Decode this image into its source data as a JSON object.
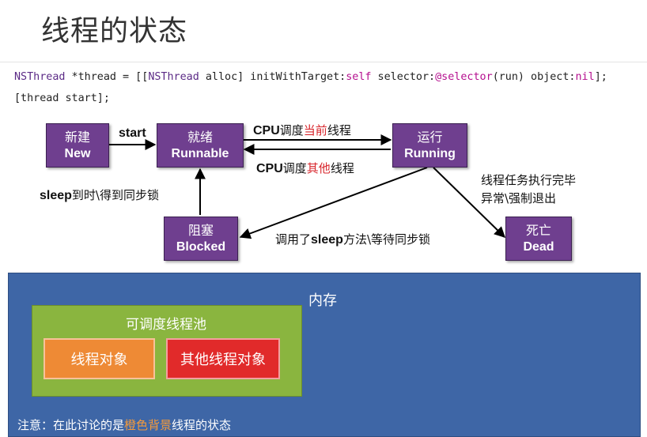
{
  "title": "线程的状态",
  "code": {
    "line1": {
      "cls1": "NSThread",
      "p1": " *thread = [[",
      "cls2": "NSThread",
      "p2": " alloc] initWithTarget:",
      "kw1": "self",
      "p3": " selector:",
      "kw2": "@selector",
      "p4": "(run) object:",
      "kw3": "nil",
      "p5": "];"
    },
    "line2": "[thread start];"
  },
  "states": {
    "new": {
      "cn": "新建",
      "en": "New"
    },
    "runnable": {
      "cn": "就绪",
      "en": "Runnable"
    },
    "running": {
      "cn": "运行",
      "en": "Running"
    },
    "blocked": {
      "cn": "阻塞",
      "en": "Blocked"
    },
    "dead": {
      "cn": "死亡",
      "en": "Dead"
    }
  },
  "labels": {
    "start": "start",
    "cpu_current": {
      "cpu": "CPU",
      "pre": "调度",
      "hl": "当前",
      "post": "线程"
    },
    "cpu_other": {
      "cpu": "CPU",
      "pre": "调度",
      "hl": "其他",
      "post": "线程"
    },
    "sleep_done": {
      "sleep": "sleep",
      "rest": "到时\\得到同步锁"
    },
    "sleep_call": {
      "pre": "调用了",
      "sleep": "sleep",
      "rest": "方法\\等待同步锁"
    },
    "finish_line1": "线程任务执行完毕",
    "finish_line2": "异常\\强制退出"
  },
  "memory": {
    "title": "内存",
    "pool_title": "可调度线程池",
    "obj1": "线程对象",
    "obj2": "其他线程对象",
    "note": {
      "pre": "注意：在此讨论的是",
      "hl": "橙色背景",
      "post": "线程的状态"
    }
  },
  "colors": {
    "state_box": "#6f3f8f",
    "memory_bg": "#3e66a6",
    "pool_bg": "#8ab53f",
    "orange_obj": "#ee8a35",
    "red_obj": "#e12a2a",
    "highlight_red": "#d8262c"
  }
}
